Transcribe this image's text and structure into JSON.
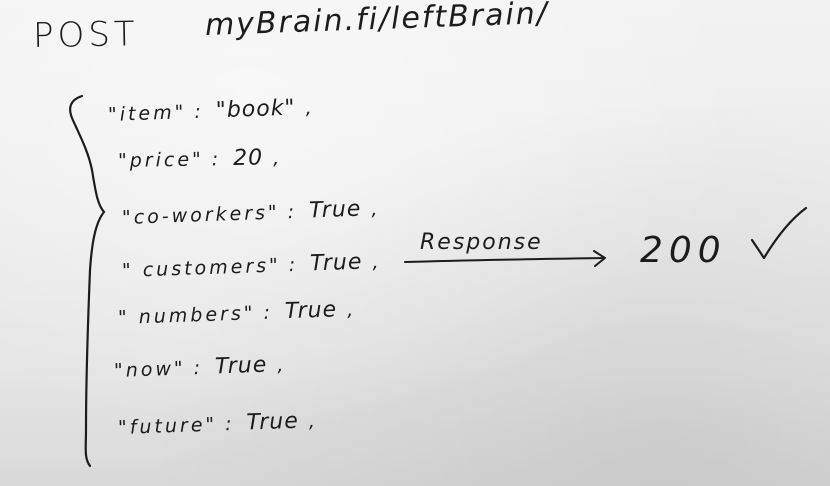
{
  "request": {
    "method": "POST",
    "url": "myBrain.fi/leftBrain/"
  },
  "body": {
    "items": [
      {
        "key": "\"item\"",
        "colon": ":",
        "value": "\"book\"",
        "comma": ","
      },
      {
        "key": "\"price\"",
        "colon": ":",
        "value": "20",
        "comma": ","
      },
      {
        "key": "\"co-workers\"",
        "colon": ":",
        "value": "True",
        "comma": ","
      },
      {
        "key": "\" customers\"",
        "colon": ":",
        "value": "True",
        "comma": ","
      },
      {
        "key": "\" numbers\"",
        "colon": ":",
        "value": "True",
        "comma": ","
      },
      {
        "key": "\"now\"",
        "colon": ":",
        "value": "True",
        "comma": ","
      },
      {
        "key": "\"future\"",
        "colon": ":",
        "value": "True",
        "comma": ","
      }
    ]
  },
  "response": {
    "label": "Response",
    "status": "200"
  },
  "icons": {
    "brace": "left-curly-brace-icon",
    "arrow": "right-arrow-icon",
    "check": "checkmark-icon"
  },
  "colors": {
    "ink": "#1c1c1c",
    "board": "#ececec"
  }
}
